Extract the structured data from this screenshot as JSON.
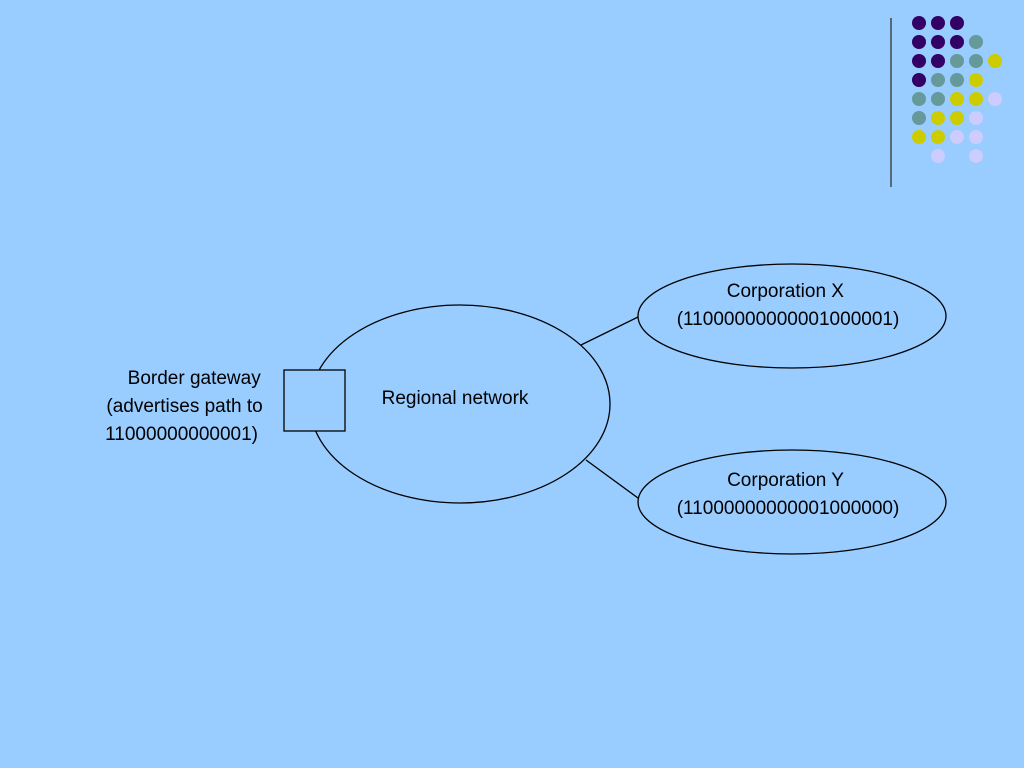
{
  "colors": {
    "background": "#99ccff",
    "stroke": "#000000",
    "dot_purple": "#330066",
    "dot_teal": "#669999",
    "dot_yellow": "#cccc00",
    "dot_lavender": "#ccccff"
  },
  "decoration": {
    "dot_grid": [
      [
        "purple",
        "purple",
        "purple",
        "",
        ""
      ],
      [
        "purple",
        "purple",
        "purple",
        "teal",
        ""
      ],
      [
        "purple",
        "purple",
        "teal",
        "teal",
        "yellow"
      ],
      [
        "purple",
        "teal",
        "teal",
        "yellow",
        ""
      ],
      [
        "teal",
        "teal",
        "yellow",
        "yellow",
        "lavender"
      ],
      [
        "teal",
        "yellow",
        "yellow",
        "lavender",
        ""
      ],
      [
        "yellow",
        "yellow",
        "lavender",
        "lavender",
        ""
      ],
      [
        "",
        "lavender",
        "",
        "lavender",
        ""
      ]
    ]
  },
  "diagram": {
    "border_gateway": {
      "lines": [
        "Border gateway",
        "(advertises path to",
        "11000000000001)"
      ]
    },
    "regional_network": {
      "label": "Regional network"
    },
    "corporation_x": {
      "lines": [
        "Corporation X",
        "(11000000000001000001)"
      ]
    },
    "corporation_y": {
      "lines": [
        "Corporation Y",
        "(11000000000001000000)"
      ]
    }
  }
}
